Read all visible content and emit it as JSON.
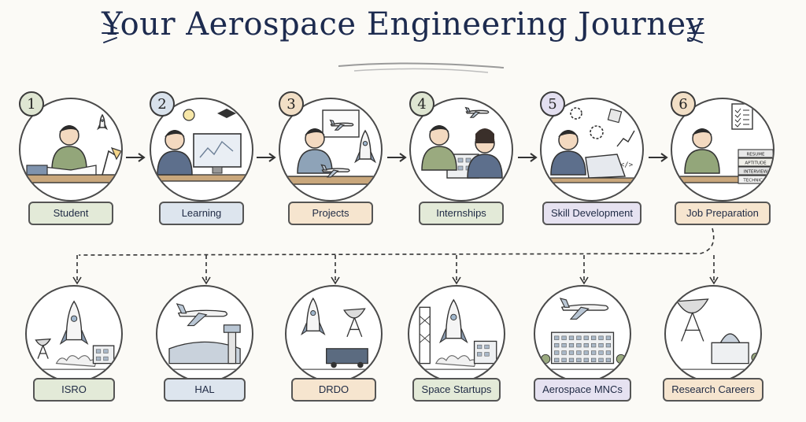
{
  "title": "Your Aerospace Engineering Journey",
  "colors": {
    "ink": "#1d2b4f",
    "green": "#e3ead8",
    "blue": "#dde5ee",
    "peach": "#f6e5cf",
    "lavender": "#e6e2f1",
    "badge_green": "#dfe6d2",
    "badge_blue": "#d9e2ec",
    "badge_peach": "#f2dfc6",
    "badge_lavender": "#e3dff0"
  },
  "steps": [
    {
      "number": "1",
      "label": "Student",
      "icon": "student-studying-icon",
      "color": "#e3ead8",
      "badge": "#dfe6d2"
    },
    {
      "number": "2",
      "label": "Learning",
      "icon": "computer-learning-icon",
      "color": "#dde5ee",
      "badge": "#d9e2ec"
    },
    {
      "number": "3",
      "label": "Projects",
      "icon": "rocket-model-icon",
      "color": "#f6e5cf",
      "badge": "#f2dfc6"
    },
    {
      "number": "4",
      "label": "Internships",
      "icon": "interns-icon",
      "color": "#e3ead8",
      "badge": "#dfe6d2"
    },
    {
      "number": "5",
      "label": "Skill Development",
      "icon": "laptop-skills-icon",
      "color": "#e6e2f1",
      "badge": "#e3dff0"
    },
    {
      "number": "6",
      "label": "Job Preparation",
      "icon": "job-prep-icon",
      "color": "#f6e5cf",
      "badge": "#f2dfc6"
    }
  ],
  "careers": [
    {
      "label": "ISRO",
      "icon": "rocket-launch-icon",
      "color": "#e3ead8"
    },
    {
      "label": "HAL",
      "icon": "jet-hangar-icon",
      "color": "#dde5ee"
    },
    {
      "label": "DRDO",
      "icon": "missile-radar-icon",
      "color": "#f6e5cf"
    },
    {
      "label": "Space Startups",
      "icon": "startup-rocket-icon",
      "color": "#e3ead8"
    },
    {
      "label": "Aerospace MNCs",
      "icon": "airliner-office-icon",
      "color": "#e6e2f1"
    },
    {
      "label": "Research Careers",
      "icon": "observatory-icon",
      "color": "#f6e5cf"
    }
  ],
  "book_labels": [
    "RESUME",
    "APTITUDE",
    "INTERVIEW",
    "TECHNICAL"
  ],
  "code_tag": "</>"
}
